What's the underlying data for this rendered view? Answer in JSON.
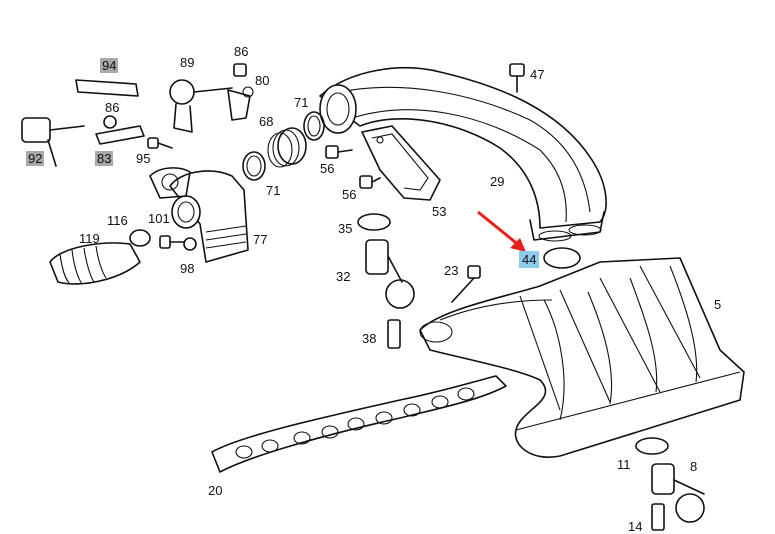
{
  "labels": {
    "p5": "5",
    "p8": "8",
    "p11": "11",
    "p14": "14",
    "p20": "20",
    "p23": "23",
    "p29": "29",
    "p32": "32",
    "p35": "35",
    "p38": "38",
    "p44": "44",
    "p47": "47",
    "p53": "53",
    "p56a": "56",
    "p56b": "56",
    "p68": "68",
    "p71a": "71",
    "p71b": "71",
    "p77": "77",
    "p80": "80",
    "p83": "83",
    "p86a": "86",
    "p86b": "86",
    "p89": "89",
    "p92": "92",
    "p94": "94",
    "p95": "95",
    "p98": "98",
    "p101": "101",
    "p116": "116",
    "p119": "119"
  },
  "highlight": {
    "selected_part": "44",
    "selected_color": "#8ec9ee",
    "marked_color": "#a8a8a8",
    "arrow_color": "#e8201a"
  }
}
